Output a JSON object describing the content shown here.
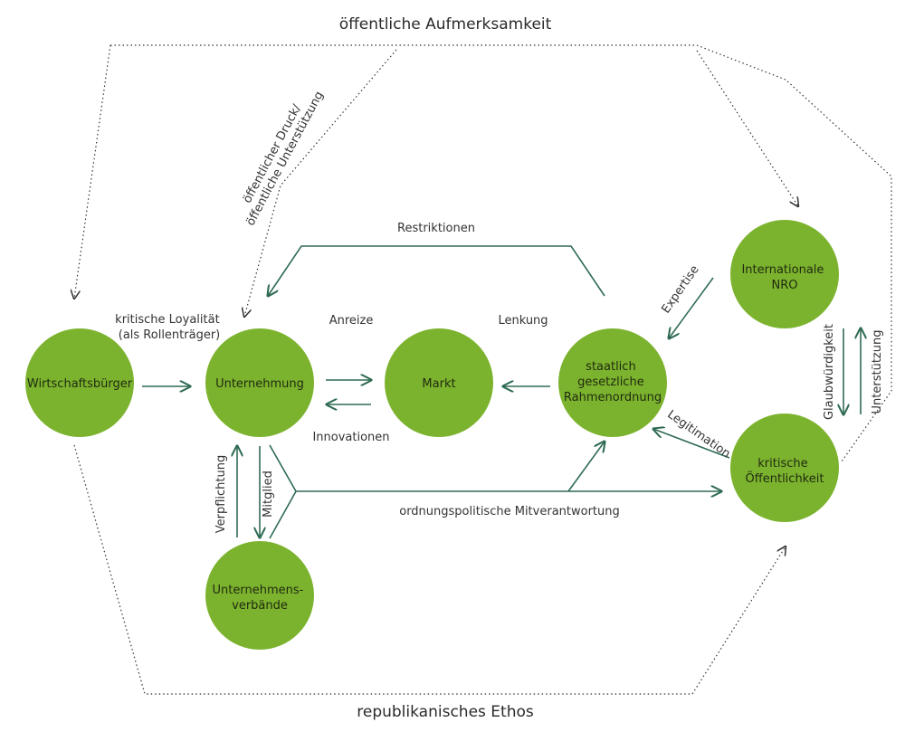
{
  "frame": {
    "top_label": "öffentliche Aufmerksamkeit",
    "bottom_label": "republikanisches Ethos"
  },
  "colors": {
    "node_fill": "#7cb32e",
    "solid_arrow": "#2f6b52",
    "dotted_arrow": "#333333"
  },
  "nodes": {
    "wirtschaftsbuerger": {
      "lines": [
        "Wirtschaftsbürger"
      ]
    },
    "unternehmung": {
      "lines": [
        "Unternehmung"
      ]
    },
    "markt": {
      "lines": [
        "Markt"
      ]
    },
    "staatlich": {
      "lines": [
        "staatlich",
        "gesetzliche",
        "Rahmenordnung"
      ]
    },
    "internationale_nro": {
      "lines": [
        "Internationale",
        "NRO"
      ]
    },
    "kritische_oeffentlichkeit": {
      "lines": [
        "kritische",
        "Öffentlichkeit"
      ]
    },
    "unternehmensverbaende": {
      "lines": [
        "Unternehmens-",
        "verbände"
      ]
    }
  },
  "edge_labels": {
    "kritische_loyalitaet": [
      "kritische Loyalität",
      "(als Rollenträger)"
    ],
    "anreize": "Anreize",
    "lenkung": "Lenkung",
    "restriktionen": "Restriktionen",
    "innovationen": "Innovationen",
    "expertise": "Expertise",
    "legitimation": "Legitimation",
    "glaubwuerdigkeit": "Glaubwürdigkeit",
    "unterstuetzung": "Unterstützung",
    "verpflichtung": "Verpflichtung",
    "mitglied": "Mitglied",
    "ordnungspolitische": "ordnungspolitische Mitverantwortung",
    "oeffentlicher_druck": [
      "öffentlicher Druck/",
      "öffentliche Unterstützung"
    ]
  }
}
